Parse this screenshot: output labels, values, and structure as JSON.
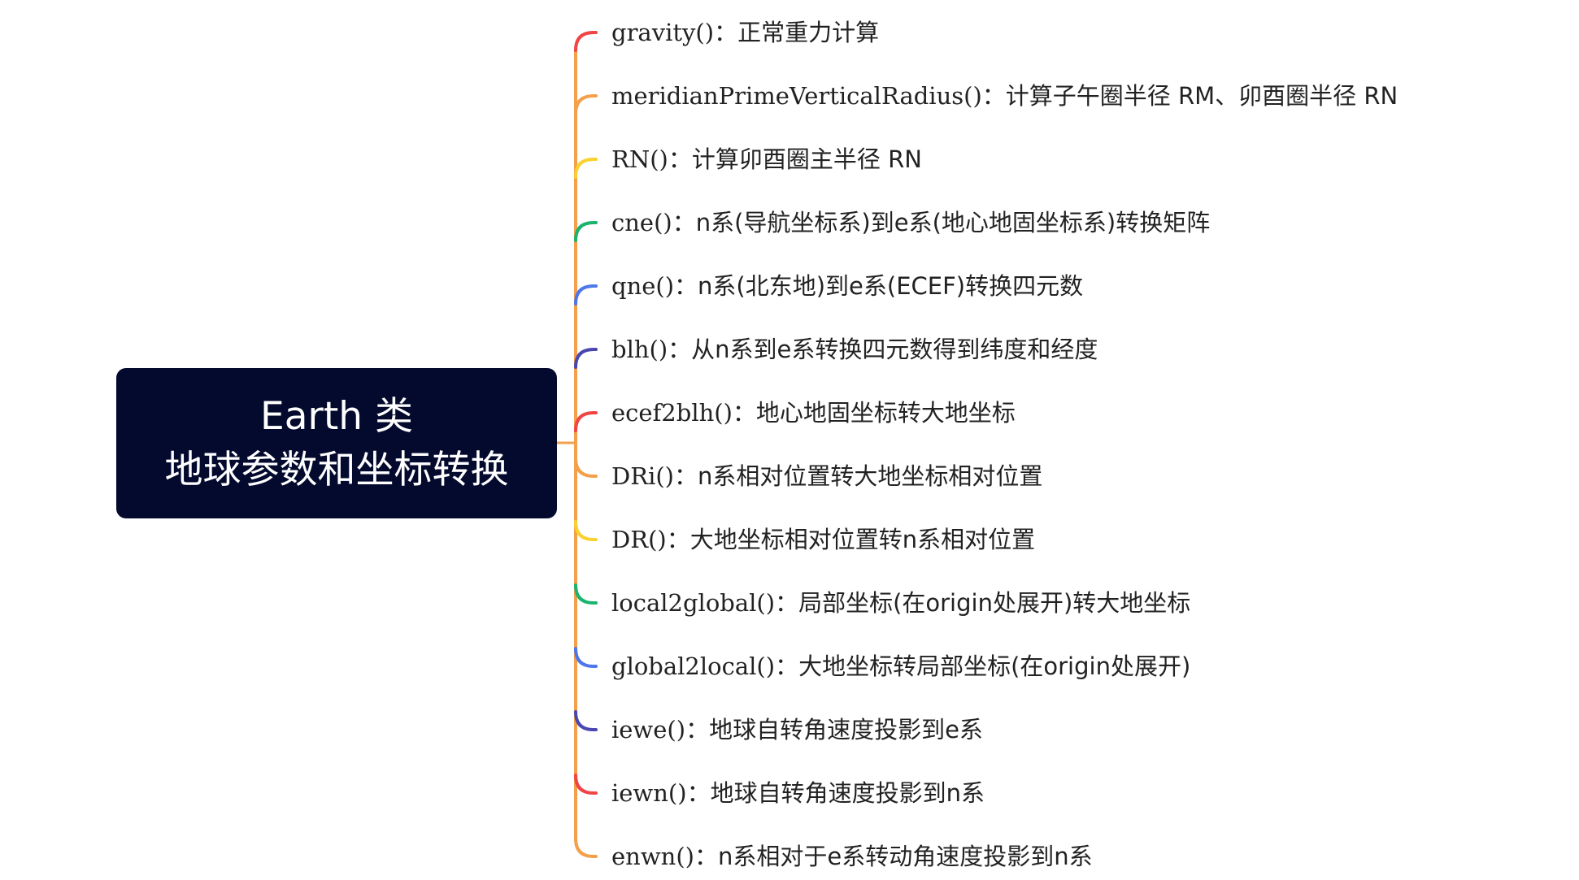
{
  "root": {
    "line1": "Earth 类",
    "line2": "地球参数和坐标转换"
  },
  "colors": {
    "root_bg": "#030a2e",
    "root_text": "#ffffff",
    "trunk": "#f4a04a",
    "item_text": "#222222"
  },
  "separator": "：",
  "branches": [
    {
      "method": "gravity()",
      "desc": "正常重力计算",
      "color": "#f04545"
    },
    {
      "method": "meridianPrimeVerticalRadius()",
      "desc": "计算子午圈半径 RM、卯酉圈半径 RN",
      "color": "#f4a04a"
    },
    {
      "method": "RN()",
      "desc": "计算卯酉圈主半径 RN",
      "color": "#fad230"
    },
    {
      "method": "cne()",
      "desc": "n系(导航坐标系)到e系(地心地固坐标系)转换矩阵",
      "color": "#1bb36e"
    },
    {
      "method": "qne()",
      "desc": "n系(北东地)到e系(ECEF)转换四元数",
      "color": "#4f77ea"
    },
    {
      "method": "blh()",
      "desc": "从n系到e系转换四元数得到纬度和经度",
      "color": "#4a48b0"
    },
    {
      "method": "ecef2blh()",
      "desc": "地心地固坐标转大地坐标",
      "color": "#f04545"
    },
    {
      "method": "DRi()",
      "desc": "n系相对位置转大地坐标相对位置",
      "color": "#f4a04a"
    },
    {
      "method": "DR()",
      "desc": "大地坐标相对位置转n系相对位置",
      "color": "#fad230"
    },
    {
      "method": "local2global()",
      "desc": "局部坐标(在origin处展开)转大地坐标",
      "color": "#1bb36e"
    },
    {
      "method": "global2local()",
      "desc": "大地坐标转局部坐标(在origin处展开)",
      "color": "#4f77ea"
    },
    {
      "method": "iewe()",
      "desc": "地球自转角速度投影到e系",
      "color": "#4a48b0"
    },
    {
      "method": "iewn()",
      "desc": "地球自转角速度投影到n系",
      "color": "#f04545"
    },
    {
      "method": "enwn()",
      "desc": "n系相对于e系转动角速度投影到n系",
      "color": "#f4a04a"
    }
  ]
}
